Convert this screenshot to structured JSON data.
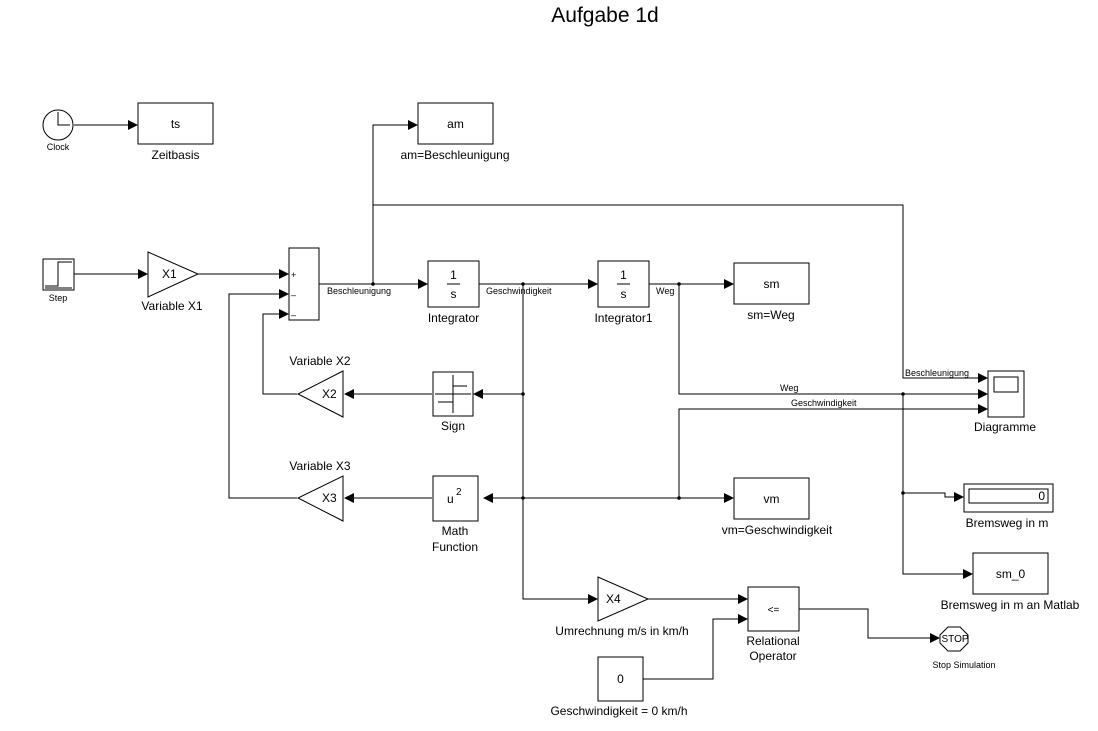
{
  "title": "Aufgabe 1d",
  "blocks": {
    "clock": {
      "label": "Clock"
    },
    "zeitbasis": {
      "content": "ts",
      "label": "Zeitbasis"
    },
    "step": {
      "label": "Step"
    },
    "gain_x1": {
      "content": "X1",
      "label": "Variable X1"
    },
    "sum": {
      "ports": [
        "+",
        "–",
        "–"
      ]
    },
    "am": {
      "content": "am",
      "label": "am=Beschleunigung"
    },
    "integrator": {
      "num": "1",
      "den": "s",
      "label": "Integrator"
    },
    "integrator1": {
      "num": "1",
      "den": "s",
      "label": "Integrator1"
    },
    "sm": {
      "content": "sm",
      "label": "sm=Weg"
    },
    "gain_x2": {
      "content": "X2",
      "label": "Variable X2"
    },
    "sign": {
      "label": "Sign"
    },
    "gain_x3": {
      "content": "X3",
      "label": "Variable X3"
    },
    "math_function": {
      "content_base": "u",
      "content_exp": "2",
      "label_line1": "Math",
      "label_line2": "Function"
    },
    "vm": {
      "content": "vm",
      "label": "vm=Geschwindigkeit"
    },
    "diagramme": {
      "label": "Diagramme"
    },
    "display": {
      "value": "0",
      "label": "Bremsweg in m"
    },
    "sm_0": {
      "content": "sm_0",
      "label": "Bremsweg in m an Matlab"
    },
    "gain_x4": {
      "content": "X4",
      "label": "Umrechnung m/s in km/h"
    },
    "relational": {
      "content": "<=",
      "label_line1": "Relational",
      "label_line2": "Operator"
    },
    "constant": {
      "content": "0",
      "label": "Geschwindigkeit = 0 km/h"
    },
    "stop": {
      "content": "STOP",
      "label": "Stop Simulation"
    }
  },
  "signals": {
    "beschleunigung": "Beschleunigung",
    "geschwindigkeit": "Geschwindigkeit",
    "weg": "Weg",
    "scope_beschleunigung": "Beschleunigung",
    "scope_weg": "Weg",
    "scope_geschwindigkeit": "Geschwindigkeit"
  }
}
